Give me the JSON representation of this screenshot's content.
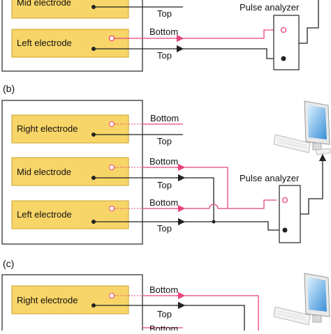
{
  "colors": {
    "electrode_fill": "#F8D568",
    "electrode_stroke": "#C9A227",
    "bottom_wire": "#E8437A",
    "top_wire": "#222222",
    "frame": "#333333"
  },
  "panels": {
    "a": {
      "label": "",
      "pulse_analyzer": "Pulse analyzer",
      "electrodes": [
        "Mid electrode",
        "Left electrode"
      ],
      "wire_labels": [
        "Top",
        "Bottom",
        "Top"
      ]
    },
    "b": {
      "label": "(b)",
      "pulse_analyzer": "Pulse analyzer",
      "electrodes": [
        "Right electrode",
        "Mid electrode",
        "Left electrode"
      ],
      "wire_labels": [
        "Bottom",
        "Top",
        "Bottom",
        "Top",
        "Bottom",
        "Top"
      ]
    },
    "c": {
      "label": "(c)",
      "electrodes": [
        "Right electrode"
      ],
      "wire_labels": [
        "Bottom",
        "Top",
        "Bottom"
      ]
    }
  },
  "icons": [
    "computer-icon",
    "computer-icon"
  ]
}
